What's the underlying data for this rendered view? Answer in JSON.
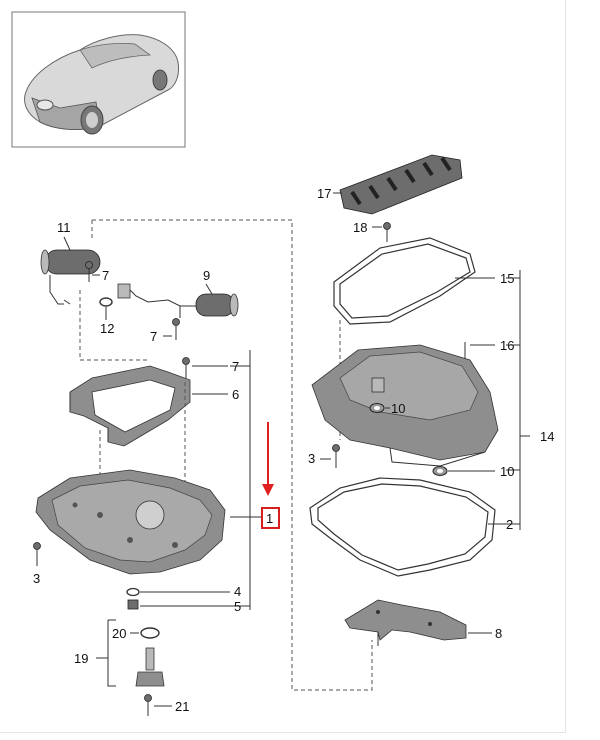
{
  "colors": {
    "highlight": "#e02020",
    "part": "#8e8e8e",
    "line": "#333333"
  },
  "thumbnail": {
    "icon": "car-thumbnail-icon"
  },
  "callouts": {
    "c1": "1",
    "c2": "2",
    "c3a": "3",
    "c3b": "3",
    "c4": "4",
    "c5": "5",
    "c6": "6",
    "c7a": "7",
    "c7b": "7",
    "c7c": "7",
    "c8": "8",
    "c9": "9",
    "c10a": "10",
    "c10b": "10",
    "c11": "11",
    "c12": "12",
    "c14": "14",
    "c15": "15",
    "c16": "16",
    "c17": "17",
    "c18": "18",
    "c19": "19",
    "c20": "20",
    "c21": "21"
  },
  "highlighted_part": "1"
}
